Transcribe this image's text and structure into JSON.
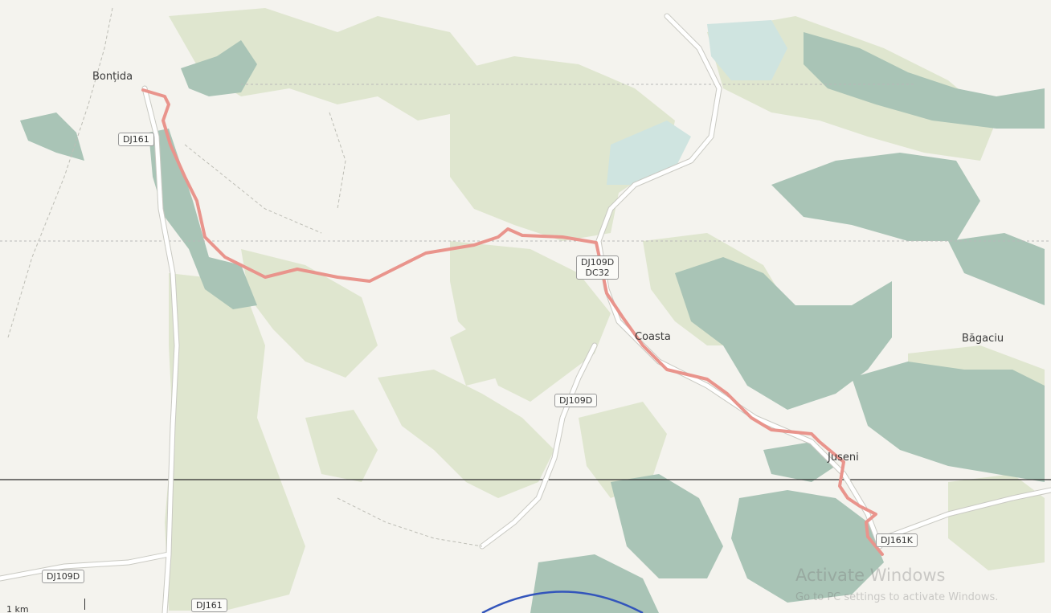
{
  "places": {
    "bontida": "Bonțida",
    "coasta": "Coasta",
    "bagaciu": "Băgaciu",
    "juseni": "Juseni"
  },
  "roads": {
    "dj161_top": "DJ161",
    "dj109d_dc": "DJ109D",
    "dc_label": "DC32",
    "dj109d_mid": "DJ109D",
    "dj161k": "DJ161K",
    "dj109d_bottom": "DJ109D",
    "dj161_bottom": "DJ161"
  },
  "scale": {
    "label": "1 km"
  },
  "watermark": {
    "title": "Activate Windows",
    "subtitle": "Go to PC settings to activate Windows."
  },
  "colors": {
    "background": "#f4f3ee",
    "forest_light": "#dfe6cf",
    "forest_dark": "#a9c4b6",
    "route": "#e9948c",
    "road": "#ffffff"
  }
}
